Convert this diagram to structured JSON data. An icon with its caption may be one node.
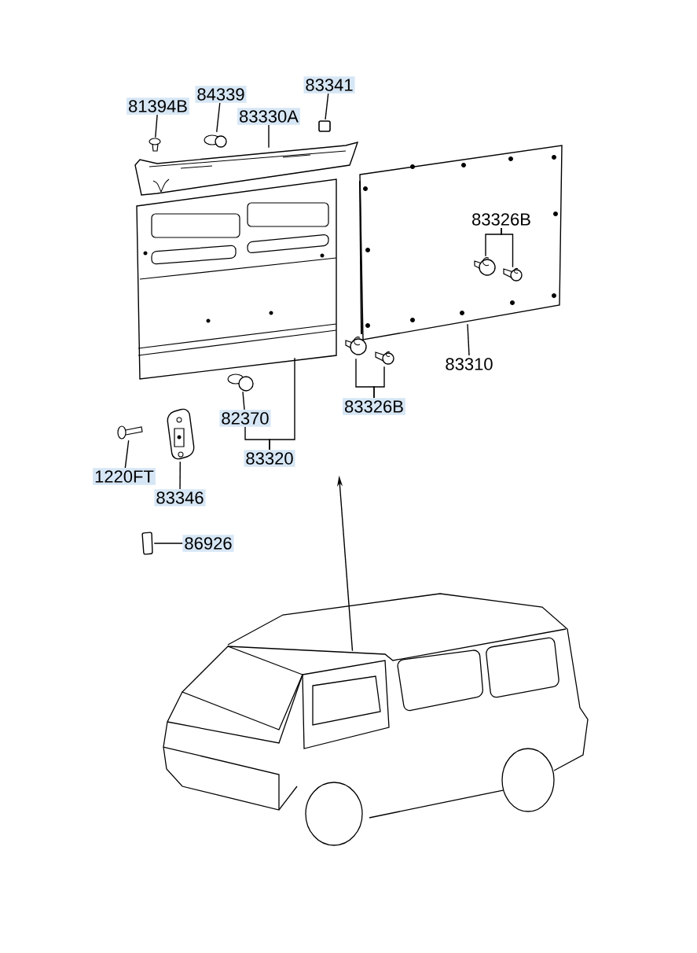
{
  "diagram": {
    "nodes": [
      {
        "text": [
          "81394B"
        ]
      },
      {
        "text": [],
        "shape": "circle"
      },
      {
        "text": [
          "84339"
        ]
      },
      {
        "text": [],
        "shape": "circle"
      },
      {
        "text": [
          "83330A"
        ]
      },
      {
        "text": [],
        "shape": "picture"
      },
      {
        "text": [
          "83341"
        ]
      },
      {
        "text": [],
        "shape": "box"
      },
      {
        "text": [],
        "shape": "picture"
      },
      {
        "text": [],
        "shape": "picture"
      },
      {
        "text": [
          "83326B"
        ],
        "in": 9
      },
      {
        "text": [],
        "shape": "circle",
        "in": 9
      },
      {
        "text": [],
        "shape": "circle",
        "in": 9
      },
      {
        "text": [
          "83310"
        ]
      },
      {
        "text": [],
        "shape": "circle"
      },
      {
        "text": [],
        "shape": "circle"
      },
      {
        "text": [
          "83326B"
        ]
      },
      {
        "text": [
          "82370"
        ]
      },
      {
        "text": [],
        "shape": "picture"
      },
      {
        "text": [
          "83320"
        ]
      },
      {
        "text": [],
        "shape": "picture"
      },
      {
        "text": [
          "1220FT"
        ]
      },
      {
        "text": [],
        "shape": "picture"
      },
      {
        "text": [
          "83346"
        ]
      },
      {
        "text": [],
        "shape": "box"
      },
      {
        "text": [
          "86926"
        ]
      },
      {
        "text": [],
        "shape": "picture"
      }
    ],
    "edges": [
      {
        "from": 0,
        "to": 1,
        "arrow": "none"
      },
      {
        "from": 2,
        "to": 3,
        "arrow": "none"
      },
      {
        "from": 4,
        "to": 5,
        "arrow": "none"
      },
      {
        "from": 6,
        "to": 7,
        "arrow": "none"
      },
      {
        "from": 10,
        "to": 11,
        "arrow": "none"
      },
      {
        "from": 10,
        "to": 12,
        "arrow": "none"
      },
      {
        "from": 13,
        "to": 9,
        "arrow": "none"
      },
      {
        "from": 16,
        "to": 14,
        "arrow": "none"
      },
      {
        "from": 16,
        "to": 15,
        "arrow": "none"
      },
      {
        "from": 17,
        "to": 18,
        "arrow": "none"
      },
      {
        "from": 19,
        "to": 17,
        "arrow": "none"
      },
      {
        "from": 19,
        "to": 8,
        "arrow": "none"
      },
      {
        "from": 21,
        "to": 20,
        "arrow": "none"
      },
      {
        "from": 23,
        "to": 22,
        "arrow": "none"
      },
      {
        "from": 25,
        "to": 24,
        "arrow": "none"
      },
      {
        "from": 26,
        "to": null,
        "arrow": "to"
      }
    ]
  }
}
